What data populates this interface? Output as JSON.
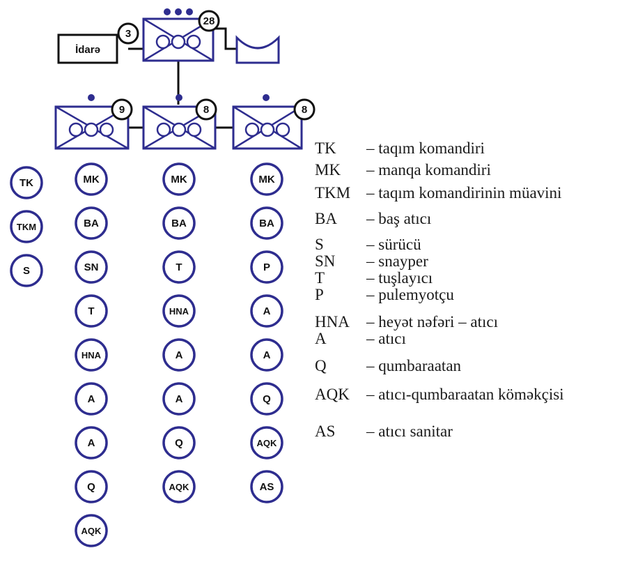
{
  "hq": {
    "label": "İdarə",
    "count": "3",
    "unit_count": "28",
    "dots": 3
  },
  "squads": [
    {
      "count": "9",
      "members": [
        "MK",
        "BA",
        "SN",
        "T",
        "HNA",
        "A",
        "A",
        "Q",
        "AQK"
      ]
    },
    {
      "count": "8",
      "members": [
        "MK",
        "BA",
        "T",
        "HNA",
        "A",
        "A",
        "Q",
        "AQK"
      ]
    },
    {
      "count": "8",
      "members": [
        "MK",
        "BA",
        "P",
        "A",
        "A",
        "Q",
        "AQK",
        "AS"
      ]
    }
  ],
  "command": [
    "TK",
    "TKM",
    "S"
  ],
  "legend": [
    {
      "code": "TK",
      "desc": "– taqım komandiri"
    },
    {
      "code": "MK",
      "desc": "– manqa komandiri"
    },
    {
      "code": "TKM",
      "desc": "– taqım komandirinin müavini"
    },
    {
      "code": "BA",
      "desc": "– baş atıcı"
    },
    {
      "code": "S",
      "desc": "– sürücü"
    },
    {
      "code": "SN",
      "desc": "– snayper"
    },
    {
      "code": "T",
      "desc": "– tuşlayıcı"
    },
    {
      "code": "P",
      "desc": "– pulemyotçu"
    },
    {
      "code": "HNA",
      "desc": "– heyət nəfəri – atıcı"
    },
    {
      "code": "A",
      "desc": "– atıcı"
    },
    {
      "code": "Q",
      "desc": "– qumbaraatan"
    },
    {
      "code": "AQK",
      "desc": "– atıcı-qumbaraatan köməkçisi"
    },
    {
      "code": "AS",
      "desc": "– atıcı sanitar"
    }
  ],
  "colors": {
    "unit": "#2e2d8f",
    "line": "#111111"
  }
}
